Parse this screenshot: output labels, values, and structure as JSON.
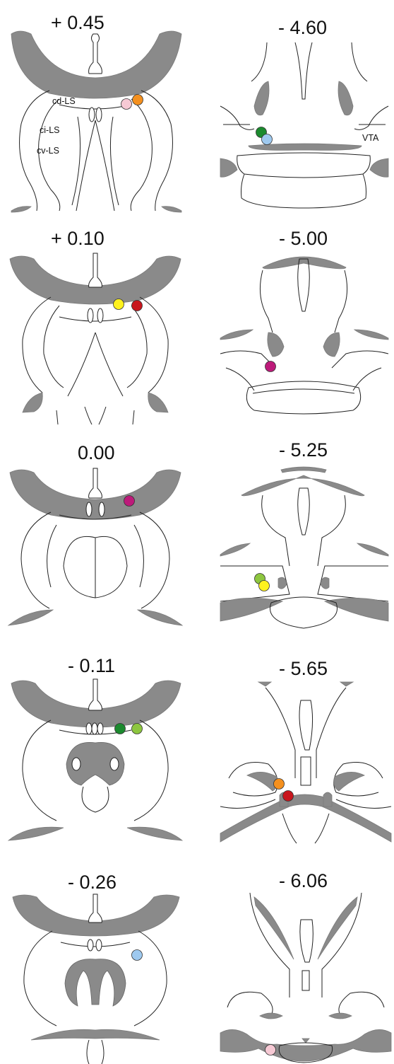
{
  "levels": {
    "l1": "+ 0.45",
    "l2": "+ 0.10",
    "l3": "0.00",
    "l4": "- 0.11",
    "l5": "- 0.26",
    "r1": "- 4.60",
    "r2": "- 5.00",
    "r3": "- 5.25",
    "r4": "- 5.65",
    "r5": "- 6.06"
  },
  "regions": {
    "cd": "cd-LS",
    "ci": "ci-LS",
    "cv": "cv-LS",
    "vta": "VTA"
  },
  "dot_colors": {
    "orange": "#f4901e",
    "pink": "#f6c9d4",
    "yellow": "#fff21e",
    "red": "#c8161d",
    "magenta": "#bd1a7a",
    "green": "#1b8a2e",
    "lightgreen": "#8dc63f",
    "lightblue": "#9ec9ef"
  }
}
